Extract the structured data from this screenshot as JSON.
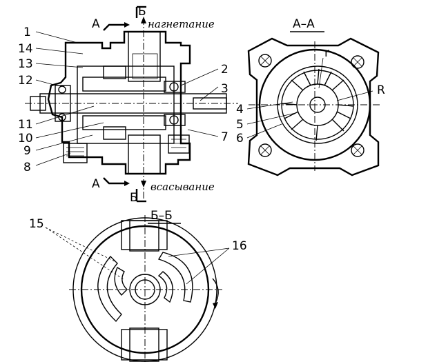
{
  "labels": {
    "discharge": "нагнетание",
    "suction": "всасывание",
    "section_aa": "A–A",
    "section_bb": "Б–Б",
    "cut_a_top": "A",
    "cut_a_bottom": "A",
    "cut_b_top": "Б",
    "cut_b_bottom": "Б",
    "r_small": "r",
    "r_big": "R"
  },
  "callouts": [
    "1",
    "14",
    "13",
    "12",
    "11",
    "10",
    "9",
    "8",
    "2",
    "3",
    "4",
    "5",
    "6",
    "7",
    "15",
    "16"
  ]
}
